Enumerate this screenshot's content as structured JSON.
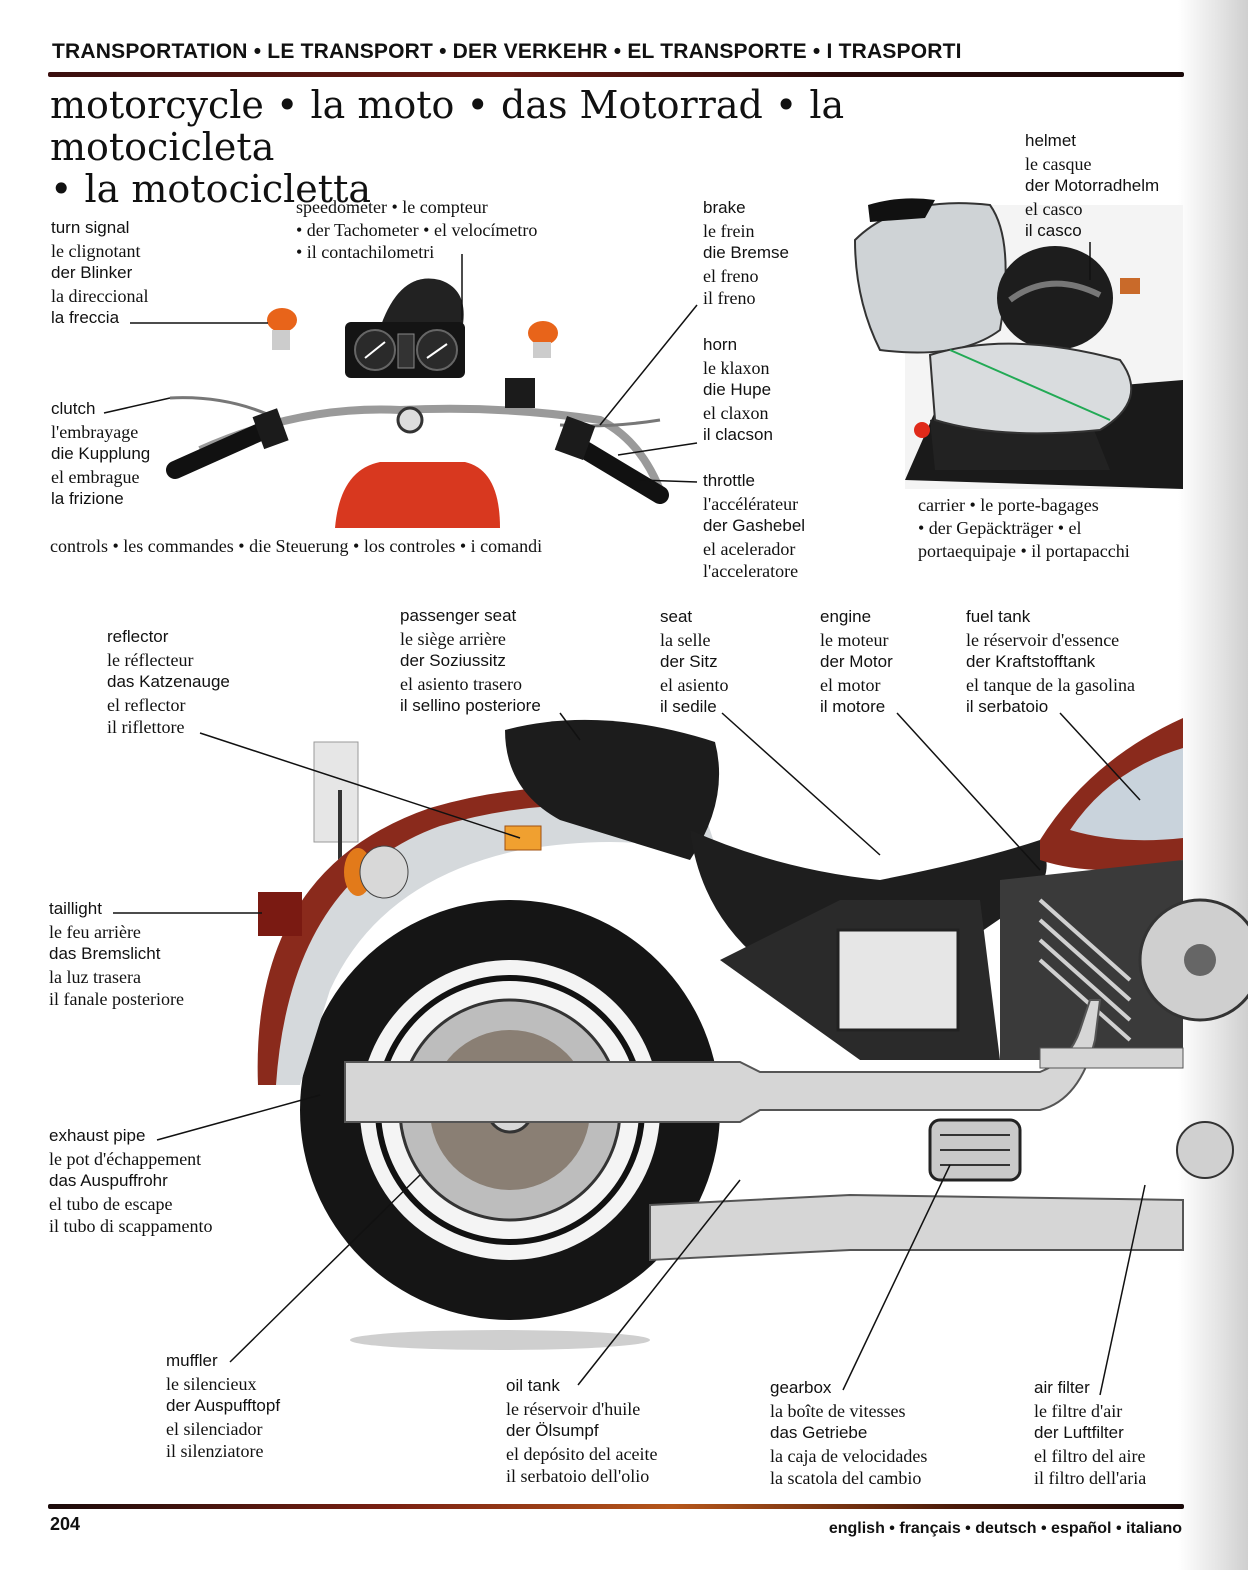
{
  "header": {
    "section": "TRANSPORTATION • LE TRANSPORT • DER VERKEHR • EL TRANSPORTE • I TRASPORTI"
  },
  "title": {
    "line1": "motorcycle • la moto • das Motorrad • la motocicleta",
    "line2": "• la motocicletta"
  },
  "controls_section": {
    "caption": "controls • les commandes • die Steuerung • los controles • i comandi",
    "labels": {
      "turn_signal": [
        "turn signal",
        "le clignotant",
        "der Blinker",
        "la direccional",
        "la freccia"
      ],
      "speedometer": [
        "speedometer • le compteur",
        "• der Tachometer • el velocímetro",
        "• il contachilometri"
      ],
      "clutch": [
        "clutch",
        "l'embrayage",
        "die Kupplung",
        "el embrague",
        "la frizione"
      ],
      "brake": [
        "brake",
        "le frein",
        "die Bremse",
        "el freno",
        "il freno"
      ],
      "horn": [
        "horn",
        "le klaxon",
        "die Hupe",
        "el claxon",
        "il clacson"
      ],
      "throttle": [
        "throttle",
        "l'accélérateur",
        "der Gashebel",
        "el acelerador",
        "l'acceleratore"
      ]
    }
  },
  "carrier_section": {
    "caption": [
      "carrier • le porte-bagages",
      "• der Gepäckträger • el",
      "portaequipaje • il portapacchi"
    ],
    "helmet": [
      "helmet",
      "le casque",
      "der Motorradhelm",
      "el casco",
      "il casco"
    ]
  },
  "bike_labels": {
    "reflector": [
      "reflector",
      "le réflecteur",
      "das Katzenauge",
      "el reflector",
      "il riflettore"
    ],
    "passenger_seat": [
      "passenger seat",
      "le siège arrière",
      "der Soziussitz",
      "el asiento trasero",
      "il sellino posteriore"
    ],
    "seat": [
      "seat",
      "la selle",
      "der Sitz",
      "el asiento",
      "il sedile"
    ],
    "engine": [
      "engine",
      "le moteur",
      "der Motor",
      "el motor",
      "il motore"
    ],
    "fuel_tank": [
      "fuel tank",
      "le réservoir d'essence",
      "der Kraftstofftank",
      "el tanque de la gasolina",
      "il serbatoio"
    ],
    "taillight": [
      "taillight",
      "le feu arrière",
      "das Bremslicht",
      "la luz trasera",
      "il fanale posteriore"
    ],
    "exhaust_pipe": [
      "exhaust pipe",
      "le pot d'échappement",
      "das Auspuffrohr",
      "el tubo de escape",
      "il tubo di scappamento"
    ],
    "muffler": [
      "muffler",
      "le silencieux",
      "der Auspufftopf",
      "el silenciador",
      "il silenziatore"
    ],
    "oil_tank": [
      "oil tank",
      "le réservoir d'huile",
      "der Ölsumpf",
      "el depósito del aceite",
      "il serbatoio dell'olio"
    ],
    "gearbox": [
      "gearbox",
      "la boîte de vitesses",
      "das Getriebe",
      "la caja de velocidades",
      "la scatola del cambio"
    ],
    "air_filter": [
      "air filter",
      "le filtre d'air",
      "der Luftfilter",
      "el filtro del aire",
      "il filtro dell'aria"
    ]
  },
  "footer": {
    "page_number": "204",
    "languages": "english • français • deutsch • español • italiano"
  },
  "colors": {
    "accent_rule": "#6b1a12",
    "fender_red": "#8a2a1c",
    "turn_signal_orange": "#e8641a",
    "chrome": "#c9c9c9",
    "leather": "#1e1e1e"
  }
}
